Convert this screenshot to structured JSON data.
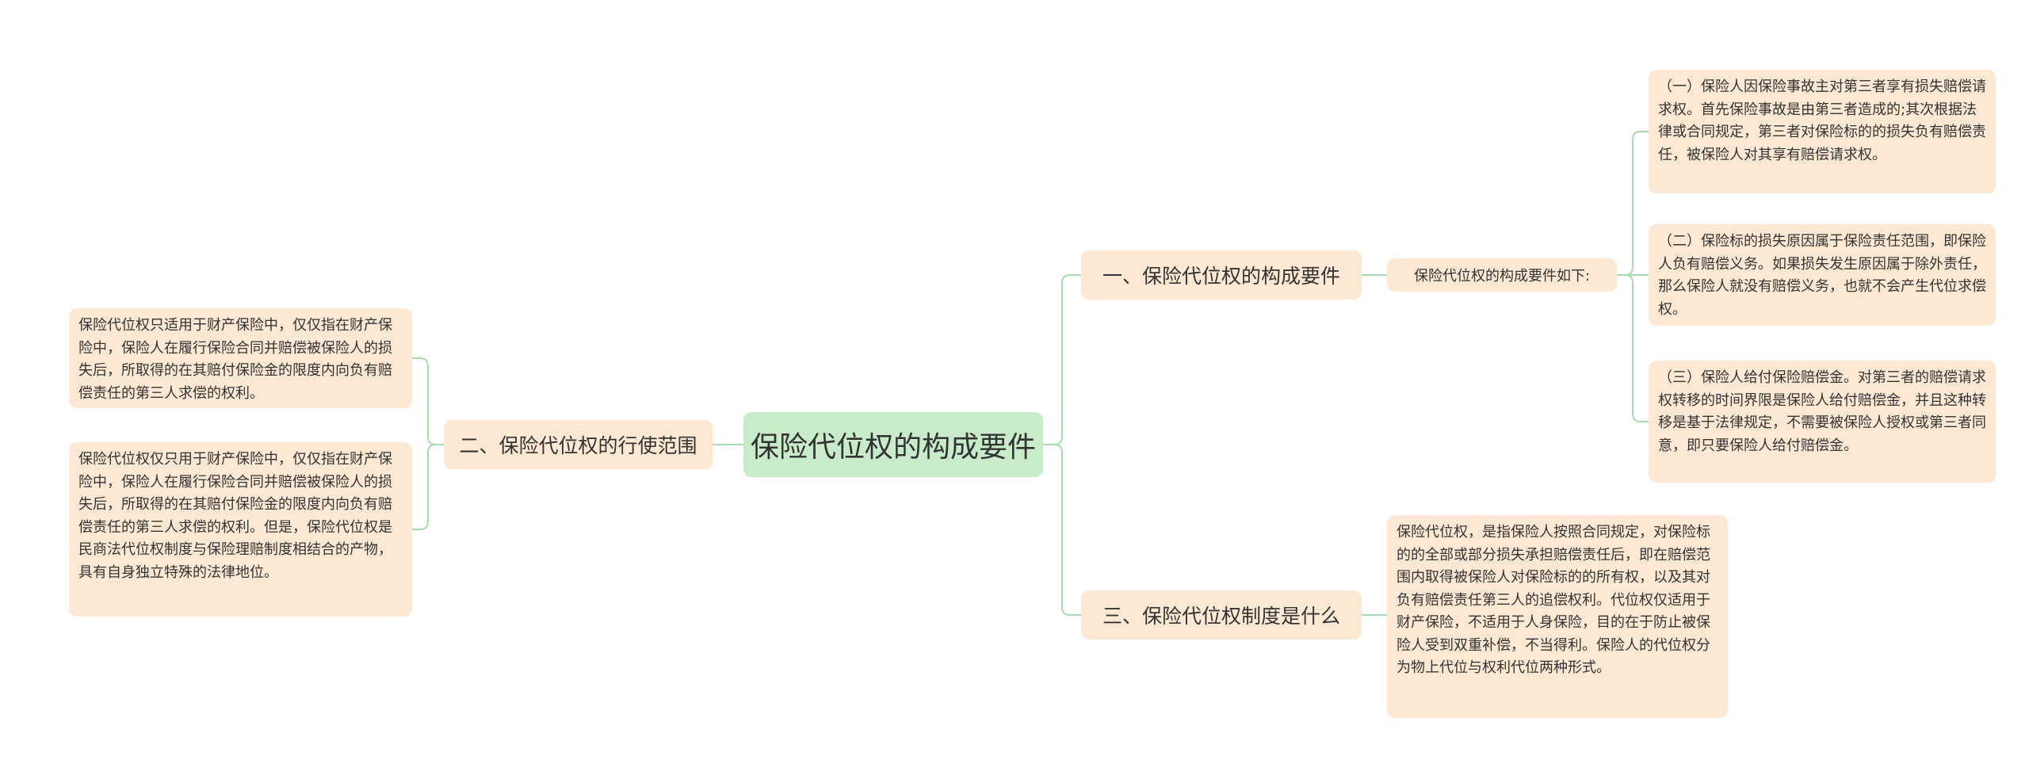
{
  "mindmap": {
    "root": {
      "label": "保险代位权的构成要件"
    },
    "branch1": {
      "label": "一、保险代位权的构成要件",
      "summary": "保险代位权的构成要件如下:",
      "items": [
        "（一）保险人因保险事故主对第三者享有损失赔偿请求权。首先保险事故是由第三者造成的;其次根据法律或合同规定，第三者对保险标的的损失负有赔偿责任，被保险人对其享有赔偿请求权。",
        "（二）保险标的损失原因属于保险责任范围，即保险人负有赔偿义务。如果损失发生原因属于除外责任，那么保险人就没有赔偿义务，也就不会产生代位求偿权。",
        "（三）保险人给付保险赔偿金。对第三者的赔偿请求权转移的时间界限是保险人给付赔偿金，并且这种转移是基于法律规定，不需要被保险人授权或第三者同意，即只要保险人给付赔偿金。"
      ]
    },
    "branch2": {
      "label": "二、保险代位权的行使范围",
      "items": [
        "保险代位权只适用于财产保险中，仅仅指在财产保险中，保险人在履行保险合同并赔偿被保险人的损失后，所取得的在其赔付保险金的限度内向负有赔偿责任的第三人求偿的权利。",
        "保险代位权仅只用于财产保险中，仅仅指在财产保险中，保险人在履行保险合同并赔偿被保险人的损失后，所取得的在其赔付保险金的限度内向负有赔偿责任的第三人求偿的权利。但是，保险代位权是民商法代位权制度与保险理赔制度相结合的产物，具有自身独立特殊的法律地位。"
      ]
    },
    "branch3": {
      "label": "三、保险代位权制度是什么",
      "items": [
        "保险代位权，是指保险人按照合同规定，对保险标的的全部或部分损失承担赔偿责任后，即在赔偿范围内取得被保险人对保险标的的所有权，以及其对负有赔偿责任第三人的追偿权利。代位权仅适用于财产保险，不适用于人身保险，目的在于防止被保险人受到双重补偿，不当得利。保险人的代位权分为物上代位与权利代位两种形式。"
      ]
    }
  },
  "colors": {
    "root_fill": "#c8ecc9",
    "node_fill": "#fde9d3",
    "connector": "#a8dcb0",
    "text": "#333333"
  }
}
